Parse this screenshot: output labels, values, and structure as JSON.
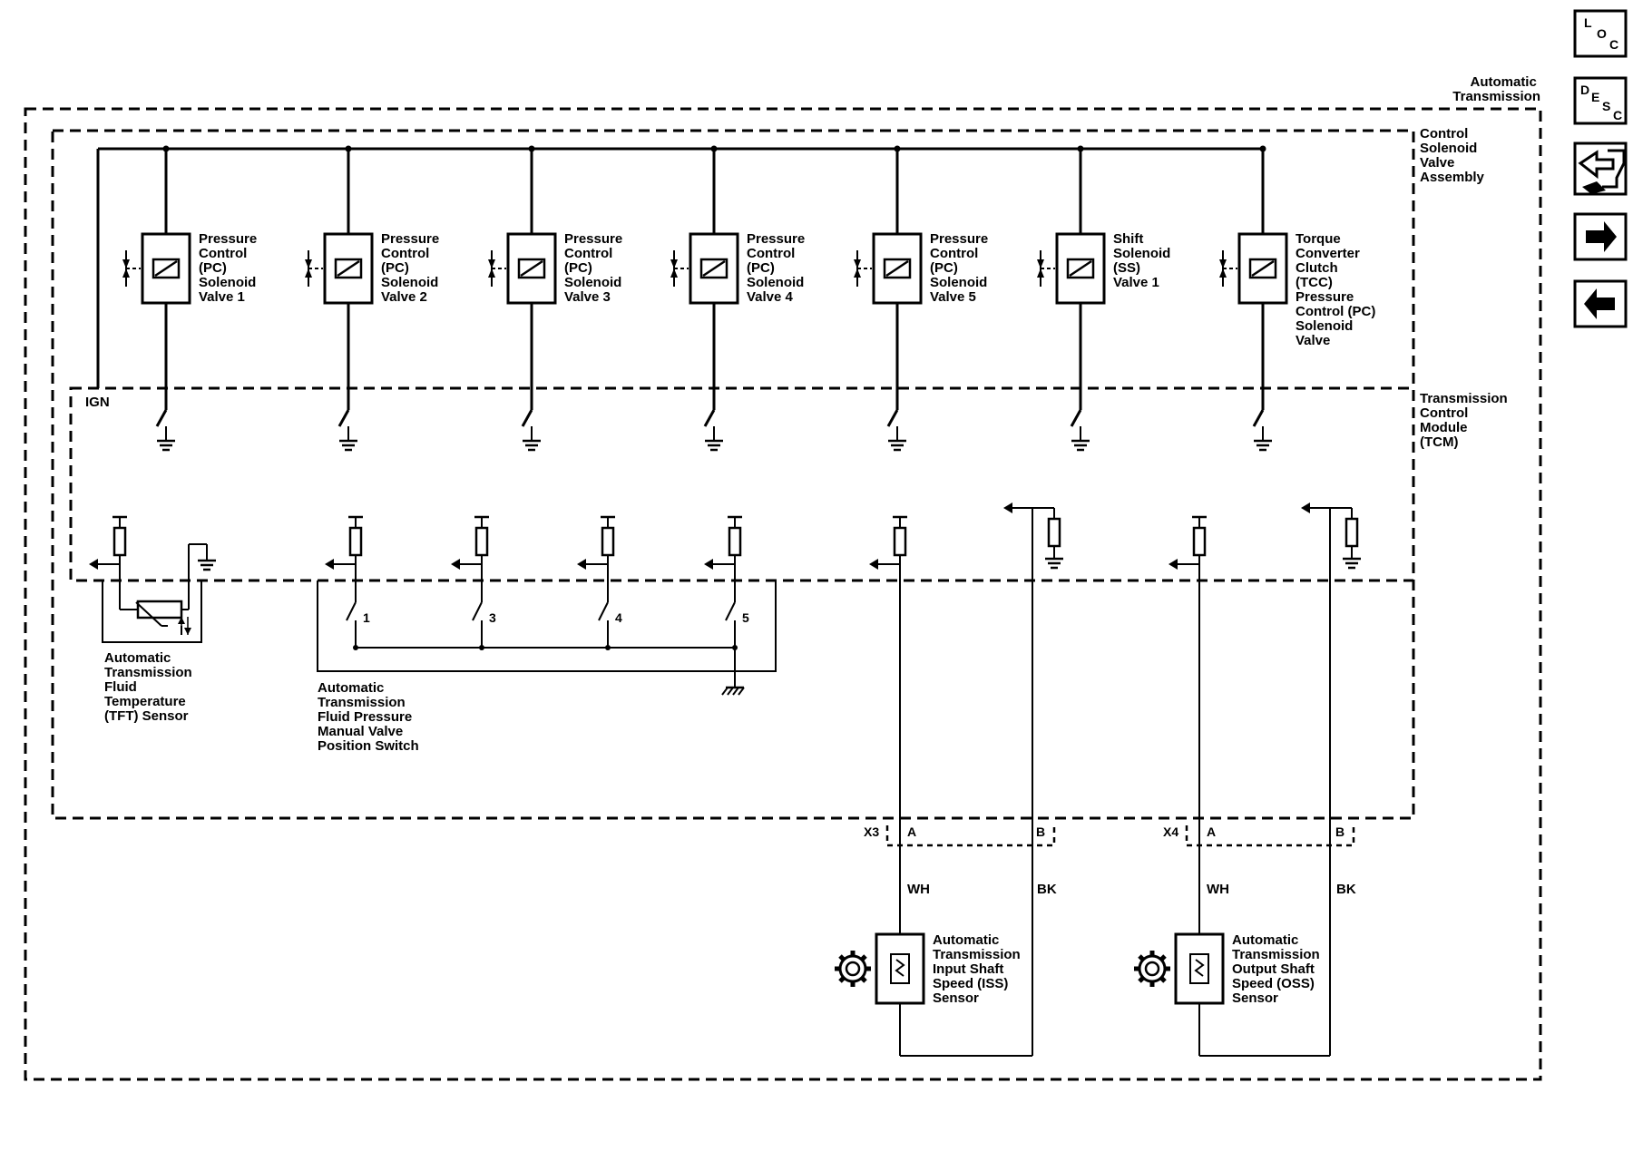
{
  "assembly": {
    "automatic_transmission": [
      "Automatic",
      "Transmission"
    ],
    "control_solenoid": [
      "Control",
      "Solenoid",
      "Valve",
      "Assembly"
    ],
    "tcm": [
      "Transmission",
      "Control",
      "Module",
      "(TCM)"
    ],
    "ign": "IGN"
  },
  "solenoids": [
    [
      "Pressure",
      "Control",
      "(PC)",
      "Solenoid",
      "Valve 1"
    ],
    [
      "Pressure",
      "Control",
      "(PC)",
      "Solenoid",
      "Valve 2"
    ],
    [
      "Pressure",
      "Control",
      "(PC)",
      "Solenoid",
      "Valve 3"
    ],
    [
      "Pressure",
      "Control",
      "(PC)",
      "Solenoid",
      "Valve 4"
    ],
    [
      "Pressure",
      "Control",
      "(PC)",
      "Solenoid",
      "Valve 5"
    ],
    [
      "Shift",
      "Solenoid",
      "(SS)",
      "Valve 1"
    ],
    [
      "Torque",
      "Converter",
      "Clutch",
      "(TCC)",
      "Pressure",
      "Control (PC)",
      "Solenoid",
      "Valve"
    ]
  ],
  "tft_sensor": [
    "Automatic",
    "Transmission",
    "Fluid",
    "Temperature",
    "(TFT) Sensor"
  ],
  "pressure_switch": {
    "label": [
      "Automatic",
      "Transmission",
      "Fluid Pressure",
      "Manual Valve",
      "Position Switch"
    ],
    "contacts": [
      "1",
      "3",
      "4",
      "5"
    ]
  },
  "connectors": {
    "x3": {
      "name": "X3",
      "pin_a": "A",
      "pin_b": "B"
    },
    "x4": {
      "name": "X4",
      "pin_a": "A",
      "pin_b": "B"
    }
  },
  "wires": {
    "wh": "WH",
    "bk": "BK"
  },
  "iss_sensor": [
    "Automatic",
    "Transmission",
    "Input Shaft",
    "Speed (ISS)",
    "Sensor"
  ],
  "oss_sensor": [
    "Automatic",
    "Transmission",
    "Output Shaft",
    "Speed (OSS)",
    "Sensor"
  ],
  "nav": {
    "loc": {
      "l": "L",
      "o": "O",
      "c": "C"
    },
    "desc": {
      "d": "D",
      "e": "E",
      "s": "S",
      "c": "C"
    },
    "icons": [
      "connector-end-view-icon",
      "next-arrow-icon",
      "previous-arrow-icon"
    ]
  }
}
